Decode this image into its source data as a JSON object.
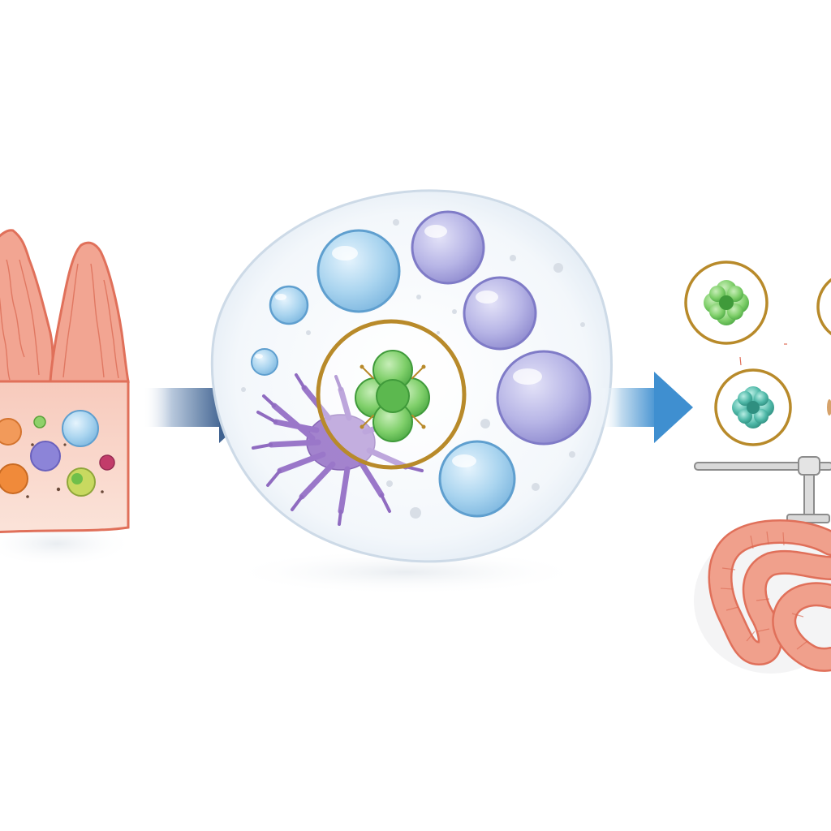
{
  "diagram": {
    "panels": [
      {
        "id": "intestinal-villi-tissue",
        "items": [
          "villus-left",
          "villus-right",
          "tissue-block",
          "embedded-particles"
        ]
      },
      {
        "id": "cell-cluster",
        "items": [
          "blue-cell",
          "purple-cell",
          "highlighted-green-cell",
          "dendritic-cell",
          "membrane"
        ]
      },
      {
        "id": "outcome",
        "items": [
          "green-cell-badge",
          "teal-cell-badge",
          "partial-badge",
          "balance-scale",
          "intestine"
        ]
      }
    ],
    "arrows": [
      {
        "from": "intestinal-villi-tissue",
        "to": "cell-cluster"
      },
      {
        "from": "cell-cluster",
        "to": "outcome"
      }
    ]
  },
  "colors": {
    "tissue_fill": "#f9d6cb",
    "tissue_outline": "#e0705a",
    "villus_fill": "#f2a592",
    "blue_cell": "#a9d4ef",
    "blue_cell_edge": "#5f9fcf",
    "purple_cell": "#b7b5e6",
    "purple_cell_edge": "#7f7bc7",
    "green_cell": "#7fcf6a",
    "green_cell_edge": "#3f9a3a",
    "teal_cell": "#4fb8a8",
    "gold_ring": "#b88a2a",
    "dendritic": "#9a77c9",
    "arrow_left": "#3f6290",
    "arrow_right": "#3f8fd0",
    "intestine": "#f0a08c",
    "scale": "#8c8c8c"
  }
}
